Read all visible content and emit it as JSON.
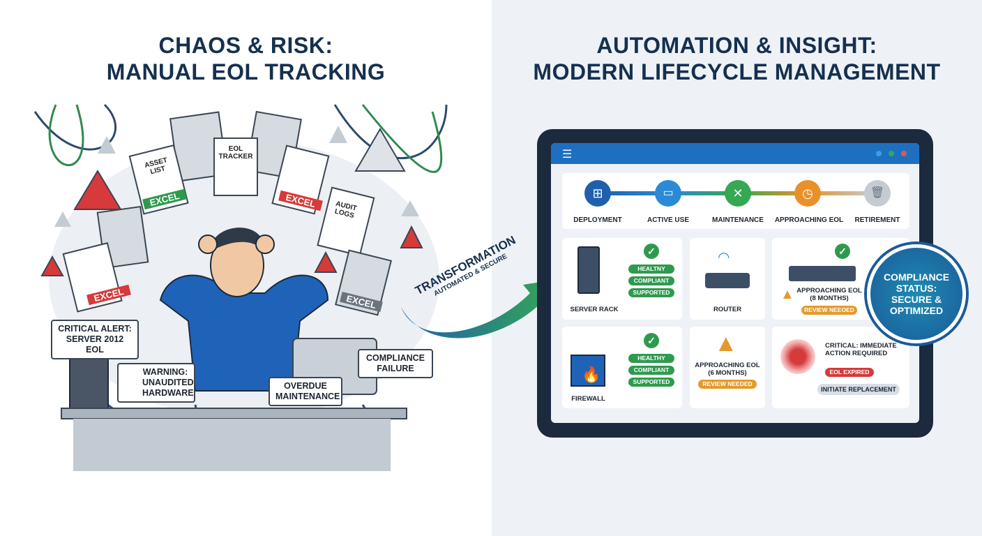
{
  "left": {
    "title_line1": "CHAOS & RISK:",
    "title_line2": "MANUAL EOL TRACKING",
    "documents": {
      "asset_list": "ASSET LIST",
      "eol_tracker": "EOL TRACKER",
      "audit_logs": "AUDIT LOGS",
      "excel": "EXCEL"
    },
    "alerts": {
      "critical": "CRITICAL ALERT: SERVER 2012 EOL",
      "warning": "WARNING: UNAUDITED HARDWARE",
      "overdue": "OVERDUE MAINTENANCE",
      "compliance": "COMPLIANCE FAILURE"
    }
  },
  "transition": {
    "main": "TRANSFORMATION",
    "sub": "AUTOMATED & SECURE"
  },
  "right": {
    "title_line1": "AUTOMATION & INSIGHT:",
    "title_line2": "MODERN LIFECYCLE MANAGEMENT",
    "lifecycle": [
      {
        "label": "DEPLOYMENT",
        "icon": "hierarchy-icon",
        "color": "#1f5fae"
      },
      {
        "label": "ACTIVE USE",
        "icon": "router-icon",
        "color": "#2a8ad6"
      },
      {
        "label": "MAINTENANCE",
        "icon": "tools-icon",
        "color": "#34a853"
      },
      {
        "label": "APPROACHING EOL",
        "icon": "clock-icon",
        "color": "#e8912a"
      },
      {
        "label": "RETIREMENT",
        "icon": "trash-icon",
        "color": "#c4cbd3"
      }
    ],
    "assets": {
      "server_rack": {
        "name": "SERVER RACK",
        "tags": [
          "HEALTNY",
          "COMPLIANT",
          "SUPPORTED"
        ]
      },
      "router": {
        "name": "ROUTER"
      },
      "switch": {
        "status": "APPROACHING EOL (8 MONTHS)",
        "tag": "REVIEW NEEOED"
      },
      "firewall": {
        "name": "FIREWALL",
        "tags": [
          "HEALTHY",
          "COMPLIANT",
          "SUPPORTED"
        ]
      },
      "eol6": {
        "status": "APPROACHING EOL (6 MONTHS)",
        "tag": "REVIEW NEEDED"
      },
      "critical": {
        "status": "CRITICAL: IMMEDIATE ACTION REQUIRED",
        "tag": "EOL EXPIRED",
        "action": "INITIATE REPLACEMENT"
      }
    },
    "compliance_badge": "COMPLIANCE STATUS: SECURE & OPTIMIZED",
    "colors": {
      "healthy": "#2e9a4e",
      "warning": "#e39a2c",
      "critical": "#d63a3a",
      "brand": "#1f6fc0"
    }
  }
}
